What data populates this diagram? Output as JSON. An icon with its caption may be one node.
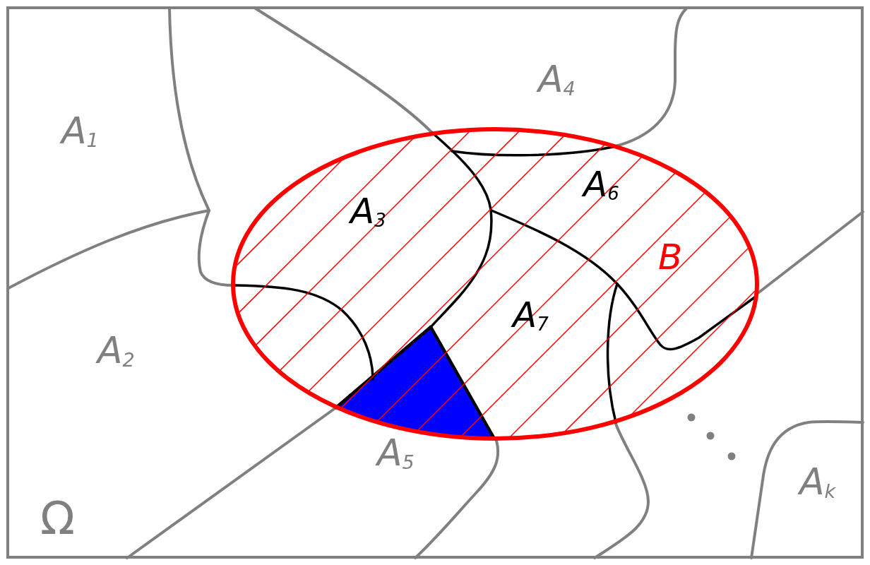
{
  "diagram": {
    "labels": [
      "A$_{4}$",
      "A$_{1}$",
      "A$_{6}$",
      "A$_{3}$",
      "B",
      "A$_{7}$",
      "A$_{2}$",
      "A$_{5}$",
      "A$_{k}$",
      "Ω"
    ]
  }
}
